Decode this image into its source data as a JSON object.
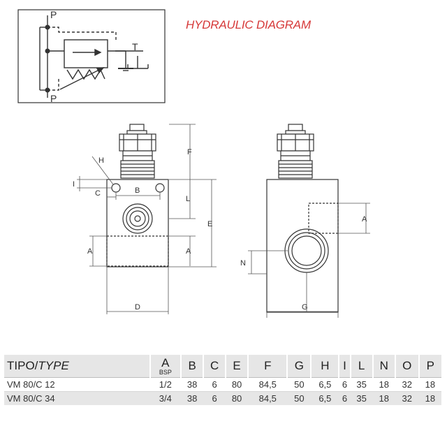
{
  "title": "HYDRAULIC DIAGRAM",
  "symbol_labels": {
    "p_top": "P",
    "p_bottom": "P",
    "t": "T"
  },
  "dimension_labels": {
    "f": "F",
    "h": "H",
    "i": "I",
    "b": "B",
    "c": "C",
    "l": "L",
    "e": "E",
    "a_left": "A",
    "a_front": "A",
    "d": "D",
    "a_side": "A",
    "n": "N",
    "g": "G"
  },
  "table": {
    "headers": [
      "TIPO/",
      "TYPE",
      "A",
      "BSP",
      "B",
      "C",
      "E",
      "F",
      "G",
      "H",
      "I",
      "L",
      "N",
      "O",
      "P"
    ],
    "rows": [
      [
        "VM 80/C 12",
        "1/2",
        "38",
        "6",
        "80",
        "84,5",
        "50",
        "6,5",
        "6",
        "35",
        "18",
        "32",
        "18"
      ],
      [
        "VM 80/C 34",
        "3/4",
        "38",
        "6",
        "80",
        "84,5",
        "50",
        "6,5",
        "6",
        "35",
        "18",
        "32",
        "18"
      ]
    ]
  }
}
